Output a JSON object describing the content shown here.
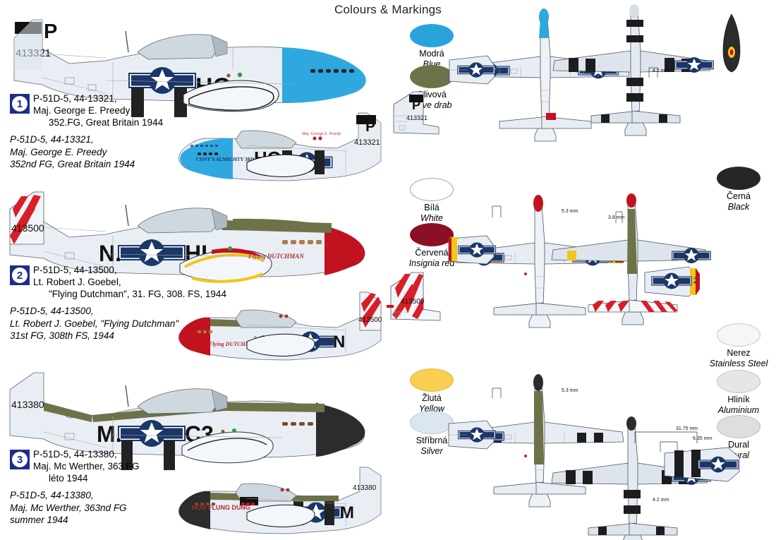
{
  "header": {
    "title": "Colours & Markings"
  },
  "options": [
    {
      "number": "1",
      "cz": [
        "P-51D-5, 44-13321,",
        "Maj. George E. Preedy",
        "352.FG, Great Britain 1944"
      ],
      "en": [
        "P-51D-5, 44-13321,",
        "Maj. George E. Preedy",
        "352nd FG, Great Britain 1944"
      ],
      "codes": {
        "left": "HO",
        "tail_letter": "P",
        "serial": "413321"
      },
      "nose_art": "CISSY'S ALMIGHTY 3RD",
      "nose_colour": "#2fa8e0"
    },
    {
      "number": "2",
      "cz": [
        "P-51D-5, 44-13500,",
        "Lt. Robert J. Goebel,",
        "\"Flying Dutchman\", 31. FG, 308. FS, 1944"
      ],
      "en": [
        "P-51D-5, 44-13500,",
        "Lt. Robert J. Goebel, \"Flying Dutchman\"",
        "31st FG, 308th FS, 1944"
      ],
      "codes": {
        "left": "N.",
        "right": "HL",
        "serial": "413500"
      },
      "nose_art": "Flying DUTCHMAN",
      "nose_colour": "#c1121f"
    },
    {
      "number": "3",
      "cz": [
        "P-51D-5, 44-13380,",
        "Maj. Mc Werther, 363.FG",
        "léto 1944"
      ],
      "en": [
        "P-51D-5, 44-13380,",
        "Maj. Mc Werther, 363nd FG",
        "summer 1944"
      ],
      "codes": {
        "left": "M.",
        "right": "C3",
        "serial": "413380"
      },
      "nose_art": "HOO FLUNG DUNG",
      "nose_colour": "#2c2c2c"
    }
  ],
  "legend": [
    {
      "cz": "Modrá",
      "en": "Blue",
      "hex": "#29a3dc"
    },
    {
      "cz": "Olivová",
      "en": "Olive drab",
      "hex": "#6e7248"
    },
    {
      "cz": "Bílá",
      "en": "White",
      "hex": "#ffffff"
    },
    {
      "cz": "Červená",
      "en": "Insignia red",
      "hex": "#8c1024"
    },
    {
      "cz": "Žlutá",
      "en": "Yellow",
      "hex": "#f8cf51"
    },
    {
      "cz": "Stříbrná",
      "en": "Silver",
      "hex": "#dce6f0"
    },
    {
      "cz": "Černá",
      "en": "Black",
      "hex": "#262626"
    },
    {
      "cz": "Nerez",
      "en": "Stainless Steel",
      "hex": "#f2f2f2"
    },
    {
      "cz": "Hliník",
      "en": "Aluminium",
      "hex": "#e3e3e3"
    },
    {
      "cz": "Dural",
      "en": "Dural",
      "hex": "#dedede"
    }
  ],
  "dimensions": {
    "top_chord": "4.2 mm",
    "mid_left": "5.3 mm",
    "mid_right": "3.8 mm",
    "bottom_left": "5.3 mm",
    "bottom_chord": "4.2 mm",
    "bottom_span": "31.75 mm",
    "bottom_short": "6.35 mm"
  }
}
